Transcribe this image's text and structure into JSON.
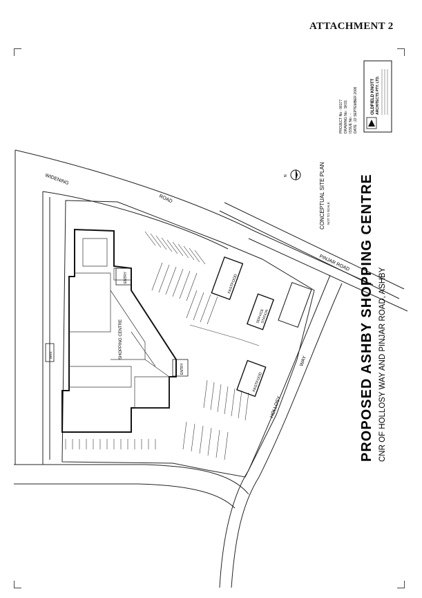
{
  "attachment_label": "ATTACHMENT 2",
  "title": {
    "main": "PROPOSED ASHBY SHOPPING CENTRE",
    "sub": "CNR OF HOLLOSY WAY AND PINJAR ROAD, ASHBY",
    "plan_name": "CONCEPTUAL SITE PLAN",
    "scale": "NOT TO SCALE"
  },
  "drawing_info": {
    "project": "PROJECT No : 06177",
    "drawing": "DRAWING No : SK01",
    "issue": "ISSUE No : -",
    "date": "DATE : 22 SEPTEMBER 2006"
  },
  "architect": {
    "name_line1": "OLDFIELD KNOTT",
    "name_line2": "ARCHITECTS PTY. LTD."
  },
  "north_label": "N",
  "labels": {
    "widening": "WIDENING",
    "road": "ROAD",
    "pinjar_road": "PINJAR ROAD",
    "hollosy": "HOLLOSY",
    "way": "WAY",
    "shopping_centre": "SHOPPING CENTRE",
    "entry_top": "ENTRY",
    "entry_bottom": "ENTRY",
    "fastfood_top": "FASTFOOD",
    "fastfood_bottom": "FASTFOOD",
    "service_station_1": "SERVICE",
    "service_station_2": "STATION",
    "bins": "BINS"
  }
}
